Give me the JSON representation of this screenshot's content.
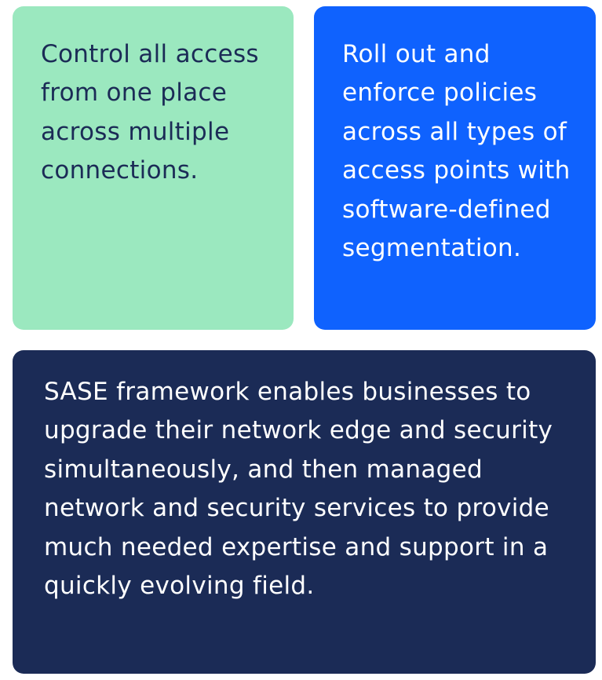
{
  "cards": {
    "access": {
      "text": "Control all access from one place across multiple connections.",
      "background": "#9be8bf",
      "text_color": "#1b2b56"
    },
    "policies": {
      "text": "Roll out and enforce policies across all types of access points with software-defined segmentation.",
      "background": "#0f62fe",
      "text_color": "#ffffff"
    },
    "sase": {
      "text": "SASE framework enables businesses to upgrade their network edge and security simultaneously, and then managed network and security services to provide much needed expertise and support in a quickly evolving field.",
      "background": "#1b2b56",
      "text_color": "#ffffff"
    }
  }
}
